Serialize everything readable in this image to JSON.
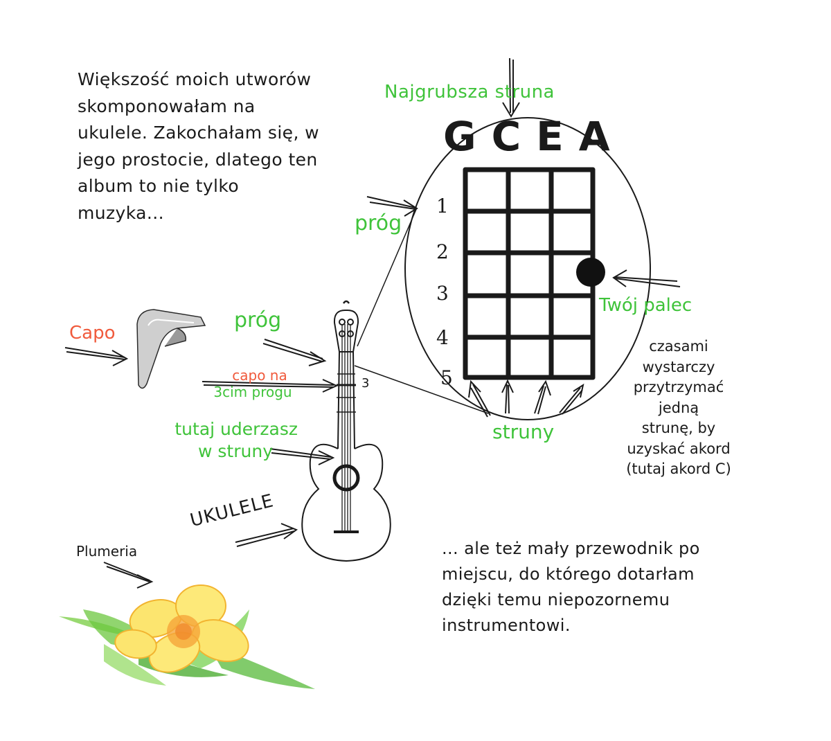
{
  "intro": {
    "lines": [
      "Większość moich utworów",
      "skomponowałam na",
      "ukulele. Zakochałam się, w",
      "jego prostocie, dlatego ten",
      "album to nie tylko",
      "muzyka..."
    ]
  },
  "outro": {
    "lines": [
      "... ale też mały przewodnik po",
      "miejscu, do którego dotarłam",
      "dzięki temu niepozornemu",
      "instrumentowi."
    ]
  },
  "fretboard": {
    "thickest_string_label": "Najgrubsza struna",
    "string_notes": "GCEA",
    "fret_label": "próg",
    "fret_numbers": [
      "1",
      "2",
      "3",
      "4",
      "5"
    ],
    "finger_label": "Twój palec",
    "strings_label": "struny",
    "note_lines": [
      "czasami",
      "wystarczy",
      "przytrzymać",
      "jedną",
      "strunę, by",
      "uzyskać akord",
      "(tutaj akord C)"
    ]
  },
  "ukulele": {
    "capo_label": "Capo",
    "fret_label": "próg",
    "capo_position_lines": [
      "capo na",
      "3cim progu"
    ],
    "capo_fret_number": "3",
    "strum_lines": [
      "tutaj uderzasz",
      "w struny"
    ],
    "instrument_label": "UKULELE"
  },
  "flower": {
    "label": "Plumeria"
  },
  "colors": {
    "green": "#3fc33a",
    "red": "#f05a3c",
    "ink": "#1a1a1a",
    "petal": "#fbe26a",
    "leaf": "#5cbf3c"
  }
}
